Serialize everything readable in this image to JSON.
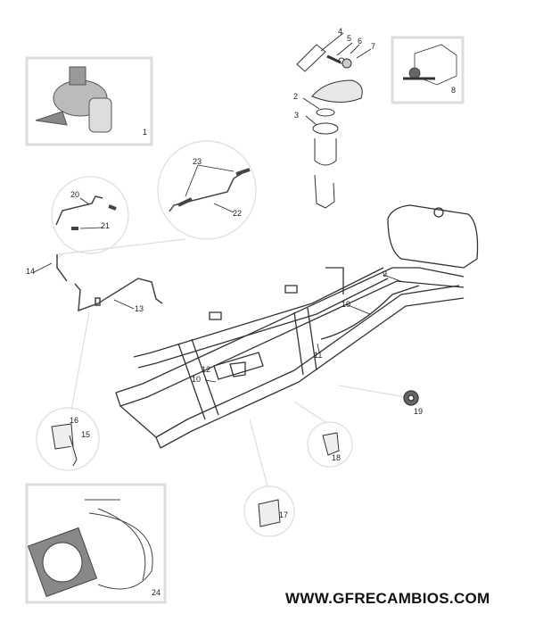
{
  "callouts": {
    "c1": "1",
    "c2": "2",
    "c3": "3",
    "c4": "4",
    "c5": "5",
    "c6": "6",
    "c7": "7",
    "c8": "8",
    "c9": "9",
    "c10a": "10",
    "c10b": "10",
    "c11": "11",
    "c12": "12",
    "c13": "13",
    "c14": "14",
    "c15": "15",
    "c16": "16",
    "c17": "17",
    "c18": "18",
    "c19": "19",
    "c20": "20",
    "c21": "21",
    "c22": "22",
    "c23": "23",
    "c24": "24"
  },
  "website": "WWW.GFRECAMBIOS.COM"
}
